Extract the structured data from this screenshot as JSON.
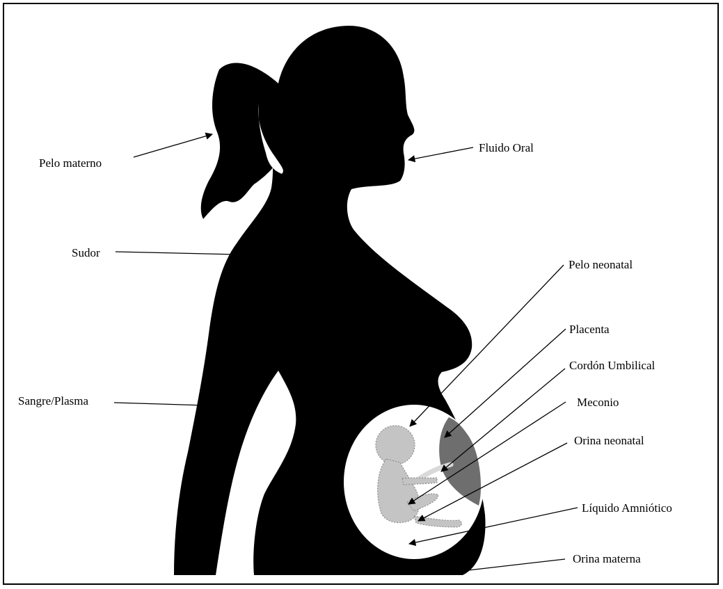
{
  "labels": {
    "pelo_materno": "Pelo materno",
    "fluido_oral": "Fluido Oral",
    "sudor": "Sudor",
    "sangre_plasma": "Sangre/Plasma",
    "pelo_neonatal": "Pelo neonatal",
    "placenta": "Placenta",
    "cordon_umbilical": "Cordón Umbilical",
    "meconio": "Meconio",
    "orina_neonatal": "Orina neonatal",
    "liquido_amniotico": "Líquido Amniótico",
    "orina_materna": "Orina materna"
  },
  "colors": {
    "silhouette": "#000000",
    "womb": "#ffffff",
    "fetus": "#c4c4c4",
    "placenta": "#6e6e6e",
    "cord": "#d9d9d9"
  }
}
